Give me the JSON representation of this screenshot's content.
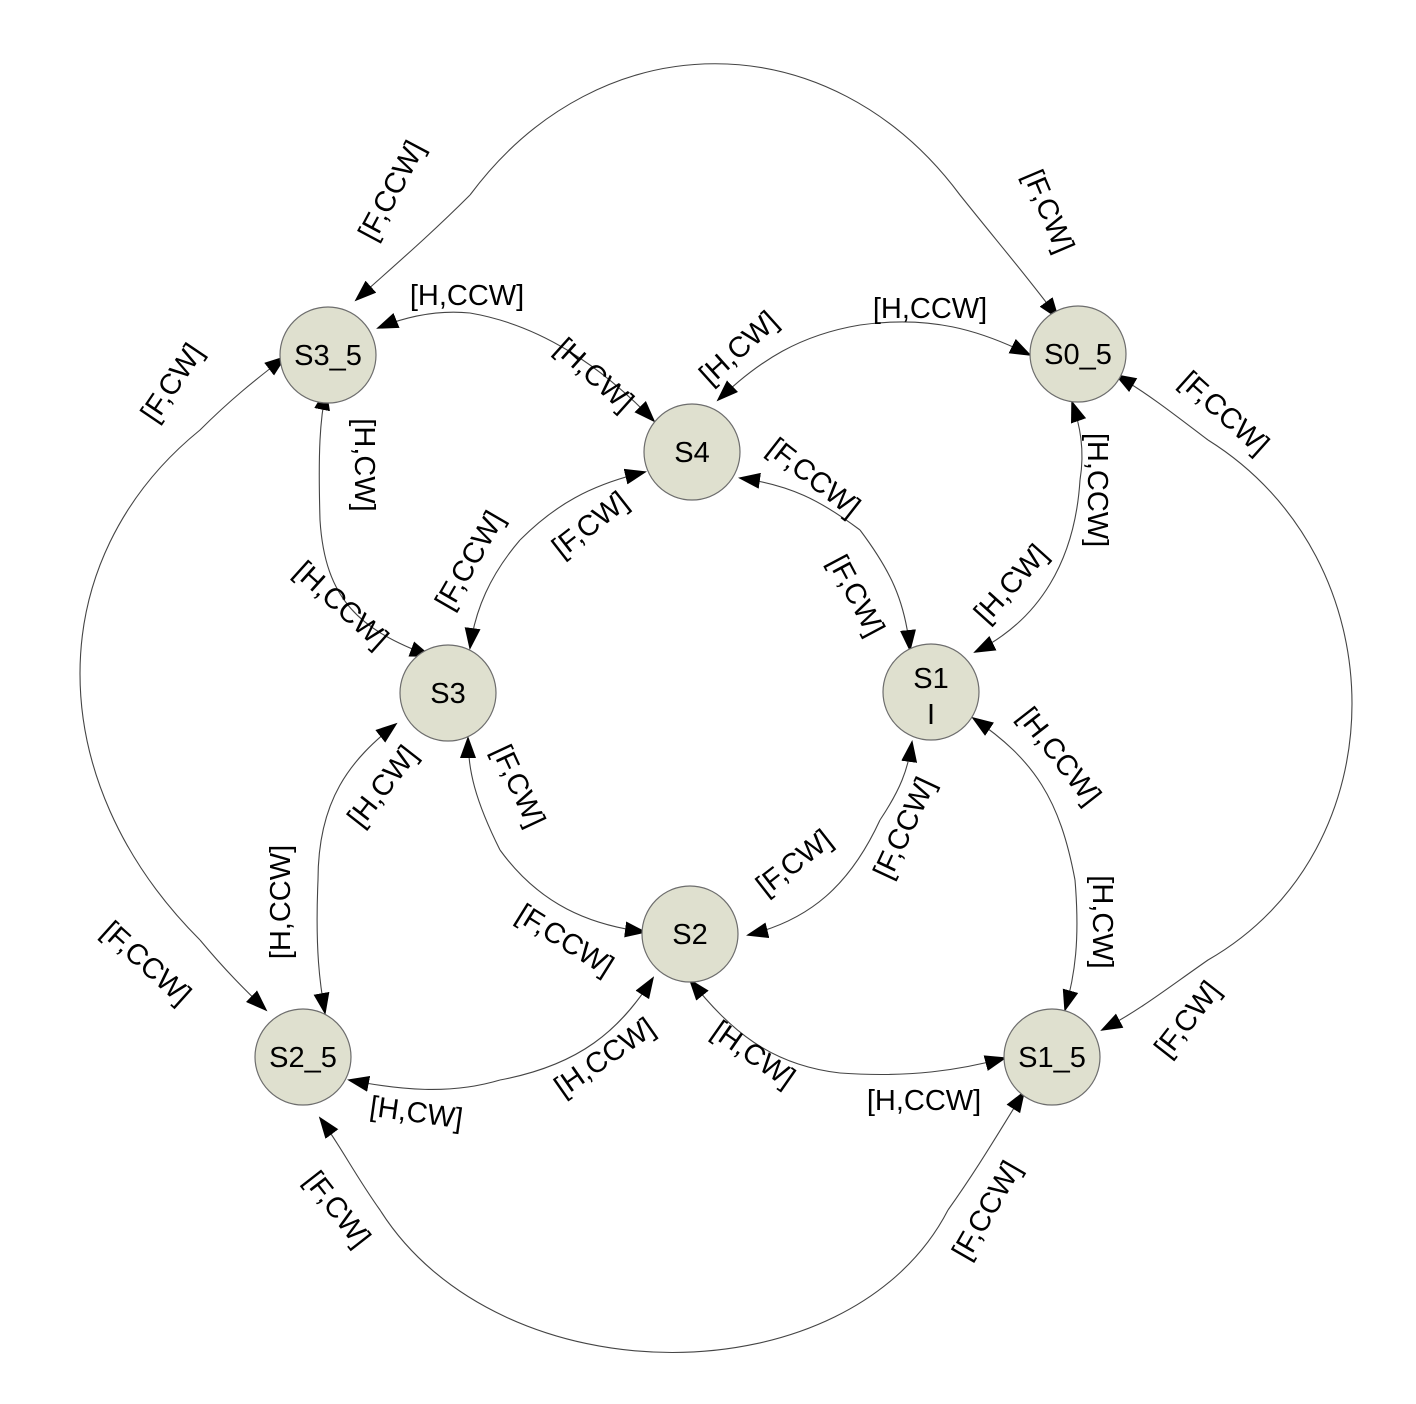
{
  "nodes": {
    "S0_5": "S0_5",
    "S1": "S1",
    "S1_sub": "I",
    "S1_5": "S1_5",
    "S2": "S2",
    "S2_5": "S2_5",
    "S3": "S3",
    "S3_5": "S3_5",
    "S4": "S4"
  },
  "edge_labels": {
    "s35_s05": "[F,CW]",
    "s05_s35": "[F,CCW]",
    "s05_s15": "[F,CW]",
    "s15_s05": "[F,CCW]",
    "s15_s25": "[F,CCW]",
    "s25_s15": "[F,CW]",
    "s25_s35": "[F,CW]",
    "s35_s25": "[F,CCW]",
    "s35_s4": "[H,CW]",
    "s4_s35": "[H,CCW]",
    "s05_s4": "[H,CW]",
    "s4_s05": "[H,CCW]",
    "s05_s1": "[H,CW]",
    "s1_s05": "[H,CCW]",
    "s1_s15": "[H,CW]",
    "s15_s1": "[H,CCW]",
    "s15_s2": "[H,CW]",
    "s2_s15": "[H,CCW]",
    "s2_s25": "[H,CW]",
    "s25_s2": "[H,CCW]",
    "s25_s3": "[H,CW]",
    "s3_s25": "[H,CCW]",
    "s3_s35": "[H,CW]",
    "s35_s3": "[H,CCW]",
    "s4_s1": "[F,CW]",
    "s1_s4": "[F,CCW]",
    "s1_s2": "[F,CW]",
    "s2_s1": "[F,CCW]",
    "s2_s3": "[F,CW]",
    "s3_s2": "[F,CCW]",
    "s3_s4": "[F,CW]",
    "s4_s3": "[F,CCW]"
  }
}
